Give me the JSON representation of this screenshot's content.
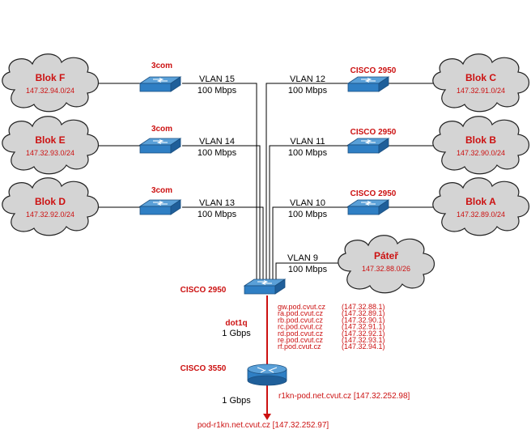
{
  "clouds": {
    "blok_f": {
      "name": "Blok F",
      "net": "147.32.94.0/24"
    },
    "blok_e": {
      "name": "Blok E",
      "net": "147.32.93.0/24"
    },
    "blok_d": {
      "name": "Blok D",
      "net": "147.32.92.0/24"
    },
    "blok_c": {
      "name": "Blok C",
      "net": "147.32.91.0/24"
    },
    "blok_b": {
      "name": "Blok B",
      "net": "147.32.90.0/24"
    },
    "blok_a": {
      "name": "Blok A",
      "net": "147.32.89.0/24"
    },
    "pater": {
      "name": "Páteř",
      "net": "147.32.88.0/26"
    }
  },
  "devices": {
    "sw_f": "3com",
    "sw_e": "3com",
    "sw_d": "3com",
    "sw_c": "CISCO 2950",
    "sw_b": "CISCO 2950",
    "sw_a": "CISCO 2950",
    "core": "CISCO 2950",
    "router": "CISCO 3550"
  },
  "links": {
    "vlan15": {
      "vlan": "VLAN 15",
      "speed": "100 Mbps"
    },
    "vlan14": {
      "vlan": "VLAN 14",
      "speed": "100 Mbps"
    },
    "vlan13": {
      "vlan": "VLAN 13",
      "speed": "100 Mbps"
    },
    "vlan12": {
      "vlan": "VLAN 12",
      "speed": "100 Mbps"
    },
    "vlan11": {
      "vlan": "VLAN 11",
      "speed": "100 Mbps"
    },
    "vlan10": {
      "vlan": "VLAN 10",
      "speed": "100 Mbps"
    },
    "vlan9": {
      "vlan": "VLAN 9",
      "speed": "100 Mbps"
    },
    "trunk": {
      "name": "dot1q",
      "speed": "1 Gbps"
    },
    "uplink": {
      "speed": "1 Gbps"
    }
  },
  "gateways": [
    {
      "host": "gw.pod.cvut.cz",
      "ip": "(147.32.88.1)"
    },
    {
      "host": "ra.pod.cvut.cz",
      "ip": "(147.32.89.1)"
    },
    {
      "host": "rb.pod.cvut.cz",
      "ip": "(147.32.90.1)"
    },
    {
      "host": "rc.pod.cvut.cz",
      "ip": "(147.32.91.1)"
    },
    {
      "host": "rd.pod.cvut.cz",
      "ip": "(147.32.92.1)"
    },
    {
      "host": "re.pod.cvut.cz",
      "ip": "(147.32.93.1)"
    },
    {
      "host": "rf.pod.cvut.cz",
      "ip": "(147.32.94.1)"
    }
  ],
  "router_iface": "r1kn-pod.net.cvut.cz [147.32.252.98]",
  "upstream": "pod-r1kn.net.cvut.cz [147.32.252.97]"
}
